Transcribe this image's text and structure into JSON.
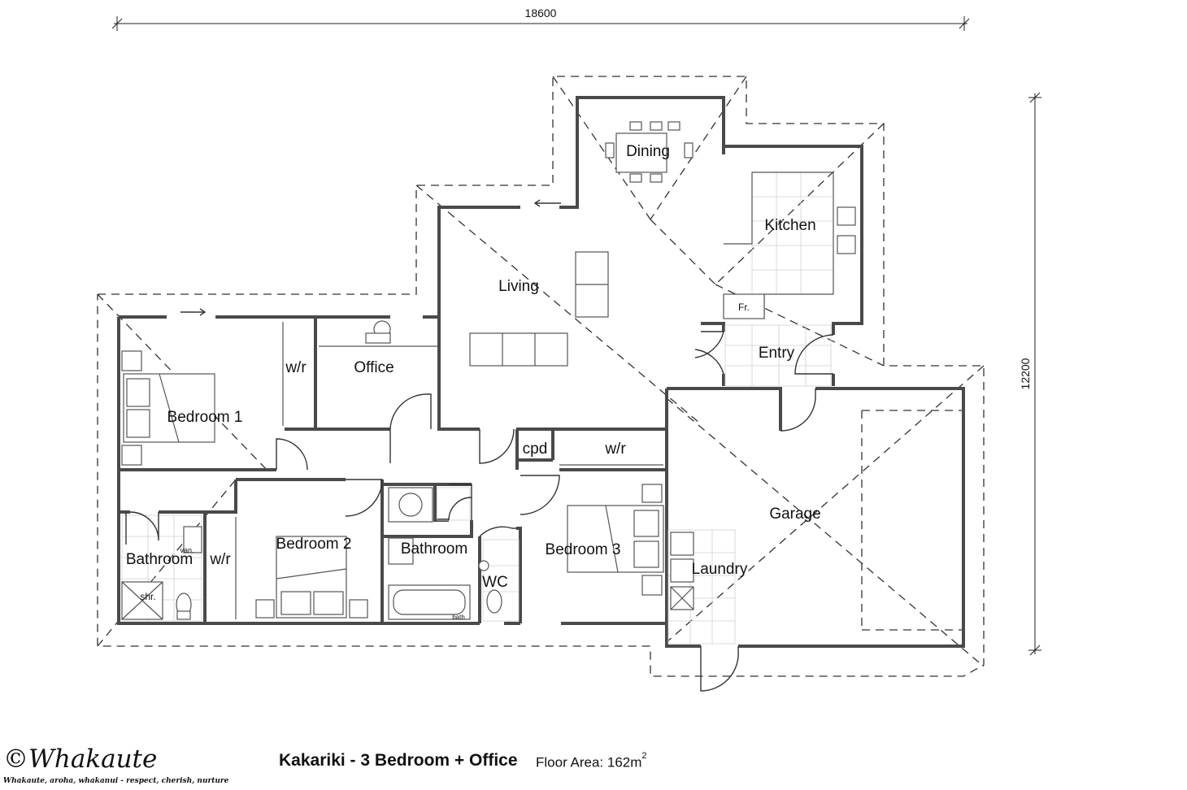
{
  "dimensions": {
    "width": "18600",
    "depth": "12200"
  },
  "rooms": {
    "dining": "Dining",
    "kitchen": "Kitchen",
    "fridge": "Fr.",
    "living": "Living",
    "entry": "Entry",
    "office": "Office",
    "wr1": "w/r",
    "bedroom1": "Bedroom 1",
    "cpd": "cpd",
    "wr3": "w/r",
    "garage": "Garage",
    "bathroom_left": "Bathroom",
    "wr2": "w/r",
    "bedroom2": "Bedroom 2",
    "bathroom_mid": "Bathroom",
    "wc": "WC",
    "bedroom3": "Bedroom 3",
    "laundry": "Laundry",
    "shr": "shr.",
    "van": "van.",
    "bath": "bath"
  },
  "footer": {
    "brand": "©Whakaute",
    "tagline": "Whakaute, aroha, whakanui - respect, cherish, nurture",
    "plan_title": "Kakariki - 3 Bedroom + Office",
    "floor_area_label": "Floor Area: 162m",
    "floor_area_unit_sup": "2"
  }
}
